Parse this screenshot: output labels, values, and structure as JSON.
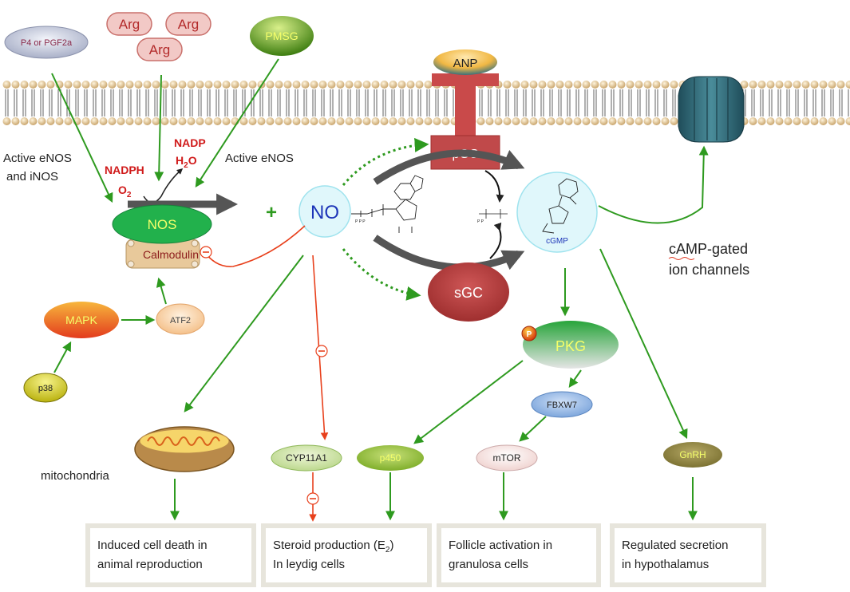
{
  "ligands": {
    "p4_pgf2a": "P4 or  PGF2a",
    "arg1": "Arg",
    "arg2": "Arg",
    "arg3": "Arg",
    "pmsg": "PMSG",
    "anp": "ANP"
  },
  "enzymes": {
    "active_enos_inos_line1": "Active  eNOS",
    "active_enos_inos_line2": "and iNOS",
    "active_enos": "Active  eNOS",
    "nadph": "NADPH",
    "o2": "O",
    "o2_sub": "2",
    "nadp": "NADP",
    "h2o_h": "H",
    "h2o_sub": "2",
    "h2o_o": "O",
    "nos": "NOS",
    "calmodulin": "Calmodulin",
    "plus": "+",
    "no": "NO",
    "pgc": "pGC",
    "sgc": "sGC",
    "cgmp": "cGMP",
    "pkg": "PKG",
    "phospho": "P",
    "fbxw7": "FBXW7",
    "mtor": "mTOR",
    "gnrh": "GnRH",
    "cyp11a1": "CYP11A1",
    "p450": "p450",
    "mapk": "MAPK",
    "atf2": "ATF2",
    "p38": "p38",
    "mitochondria": "mitochondria",
    "inhibit": "−"
  },
  "channel": {
    "line1": "cAMP-gated",
    "line2": "ion channels"
  },
  "outcomes": [
    {
      "line1": "Induced cell death in",
      "line2": "animal reproduction"
    },
    {
      "line1": "Steroid production (E",
      "sub": "2",
      "tail": ")",
      "line2": "In  leydig cells"
    },
    {
      "line1": "Follicle activation in",
      "line2": "granulosa cells"
    },
    {
      "line1": "Regulated secretion",
      "line2": " in hypothalamus"
    }
  ],
  "colors": {
    "green_arrow": "#2e9a1f",
    "red_arrow": "#e8401c",
    "gray_arrow": "#555555",
    "nos_green": "#22b14c",
    "no_circle": "#e0f7fb",
    "sgc_red": "#b94040",
    "outcome_border": "#e7e5dc"
  }
}
